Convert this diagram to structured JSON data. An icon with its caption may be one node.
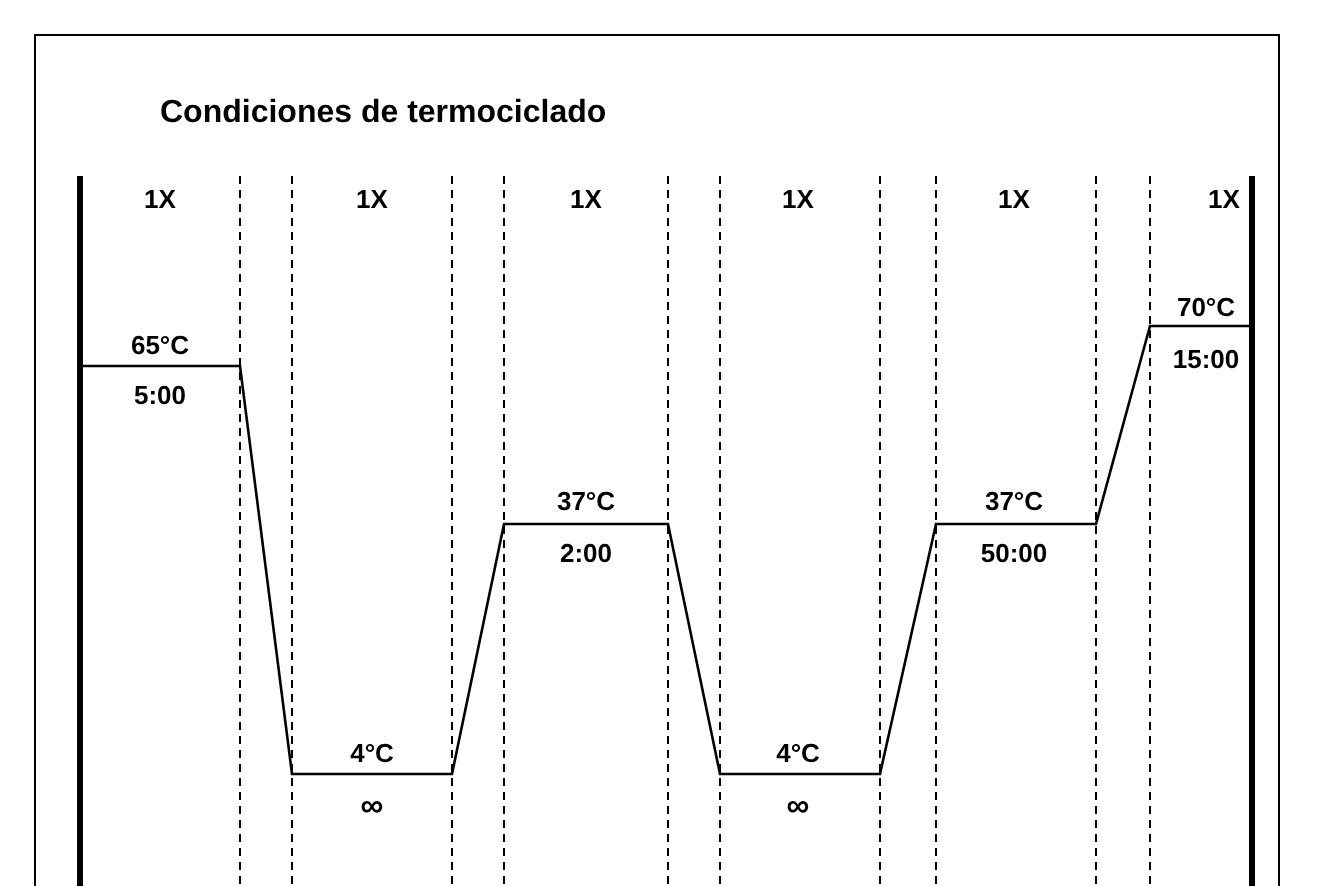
{
  "diagram": {
    "title": "Condiciones de termociclado",
    "labels": [
      "1X",
      "1X",
      "1X",
      "1X",
      "1X",
      "1X",
      "65°C",
      "5:00",
      "4°C",
      "∞",
      "37°C",
      "2:00",
      "4°C",
      "∞",
      "37°C",
      "50:00",
      "70°C",
      "15:00"
    ]
  }
}
